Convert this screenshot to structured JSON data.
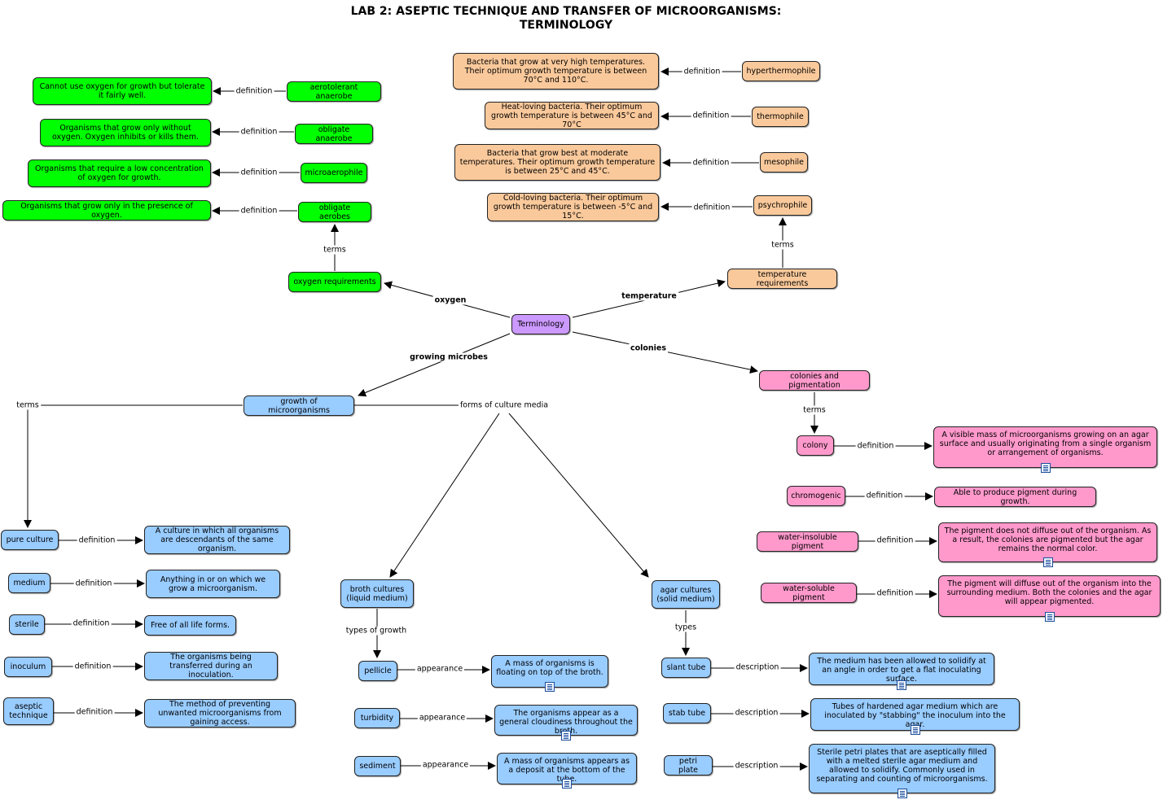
{
  "title": "LAB 2: ASEPTIC TECHNIQUE AND TRANSFER OF MICROORGANISMS:\nTERMINOLOGY",
  "colors": {
    "green": "#00ff00",
    "orange": "#fac99b",
    "blue": "#99ccff",
    "pink": "#ff99cc",
    "purple": "#cc99ff"
  },
  "nodes": {
    "terminology": "Terminology",
    "oxygen_req": "oxygen requirements",
    "aerotolerant": "aerotolerant anaerobe",
    "aerotolerant_def": "Cannot use oxygen for growth but tolerate it fairly well.",
    "obligate_anaerobe": "obligate anaerobe",
    "obligate_anaerobe_def": "Organisms that grow only without oxygen. Oxygen inhibits or kills them.",
    "microaerophile": "microaerophile",
    "microaerophile_def": "Organisms that require a low concentration of oxygen for growth.",
    "obligate_aerobes": "obligate aerobes",
    "obligate_aerobes_def": "Organisms that grow only in the presence of oxygen.",
    "temp_req": "temperature requirements",
    "hyperthermophile": "hyperthermophile",
    "hyperthermophile_def": "Bacteria that grow at very high temperatures. Their optimum growth temperature is between 70°C and 110°C.",
    "thermophile": "thermophile",
    "thermophile_def": "Heat-loving bacteria. Their optimum growth temperature is between 45°C and 70°C",
    "mesophile": "mesophile",
    "mesophile_def": "Bacteria that grow best at moderate temperatures. Their optimum growth temperature is between 25°C and 45°C.",
    "psychrophile": "psychrophile",
    "psychrophile_def": "Cold-loving bacteria. Their optimum growth temperature is between -5°C and 15°C.",
    "growth": "growth of microorganisms",
    "pure_culture": "pure culture",
    "pure_culture_def": "A culture in which all organisms are descendants of the same organism.",
    "medium": "medium",
    "medium_def": "Anything in or on which we grow a microorganism.",
    "sterile": "sterile",
    "sterile_def": "Free of all life forms.",
    "inoculum": "inoculum",
    "inoculum_def": "The organisms being transferred during an inoculation.",
    "aseptic": "aseptic technique",
    "aseptic_def": "The method of preventing unwanted microorganisms from gaining access.",
    "broth": "broth cultures (liquid medium)",
    "pellicle": "pellicle",
    "pellicle_def": "A mass of organisms is floating on top of the broth.",
    "turbidity": "turbidity",
    "turbidity_def": "The organisms appear as a general cloudiness throughout the broth.",
    "sediment": "sediment",
    "sediment_def": "A mass of organisms appears as a deposit at the bottom of the tube.",
    "agar": "agar cultures (solid medium)",
    "slant": "slant tube",
    "slant_def": "The medium has been allowed to solidify at an angle in order to get a flat inoculating surface.",
    "stab": "stab tube",
    "stab_def": "Tubes of hardened agar medium which are inoculated by \"stabbing\" the inoculum into the agar.",
    "petri": "petri plate",
    "petri_def": "Sterile petri plates that are aseptically filled with a melted sterile agar medium and allowed to solidify. Commonly used in separating and counting of microorganisms.",
    "colonies_pig": "colonies and pigmentation",
    "colony": "colony",
    "colony_def": "A visible mass of microorganisms growing on an agar surface and usually originating from a single organism or arrangement of organisms.",
    "chromogenic": "chromogenic",
    "chromogenic_def": "Able to produce pigment during growth.",
    "insoluble": "water-insoluble pigment",
    "insoluble_def": "The pigment does not diffuse out of the organism. As a result, the colonies are pigmented but the agar remains the normal color.",
    "soluble": "water-soluble pigment",
    "soluble_def": "The pigment will diffuse out of the organism into the surrounding medium. Both the colonies and the agar will appear pigmented."
  },
  "links": {
    "definition": "definition",
    "terms": "terms",
    "oxygen": "oxygen",
    "temperature": "temperature",
    "growing_microbes": "growing microbes",
    "colonies": "colonies",
    "forms_of_culture_media": "forms of culture media",
    "types_of_growth": "types of growth",
    "types": "types",
    "appearance": "appearance",
    "description": "description"
  },
  "icons": [
    "document-icon"
  ]
}
